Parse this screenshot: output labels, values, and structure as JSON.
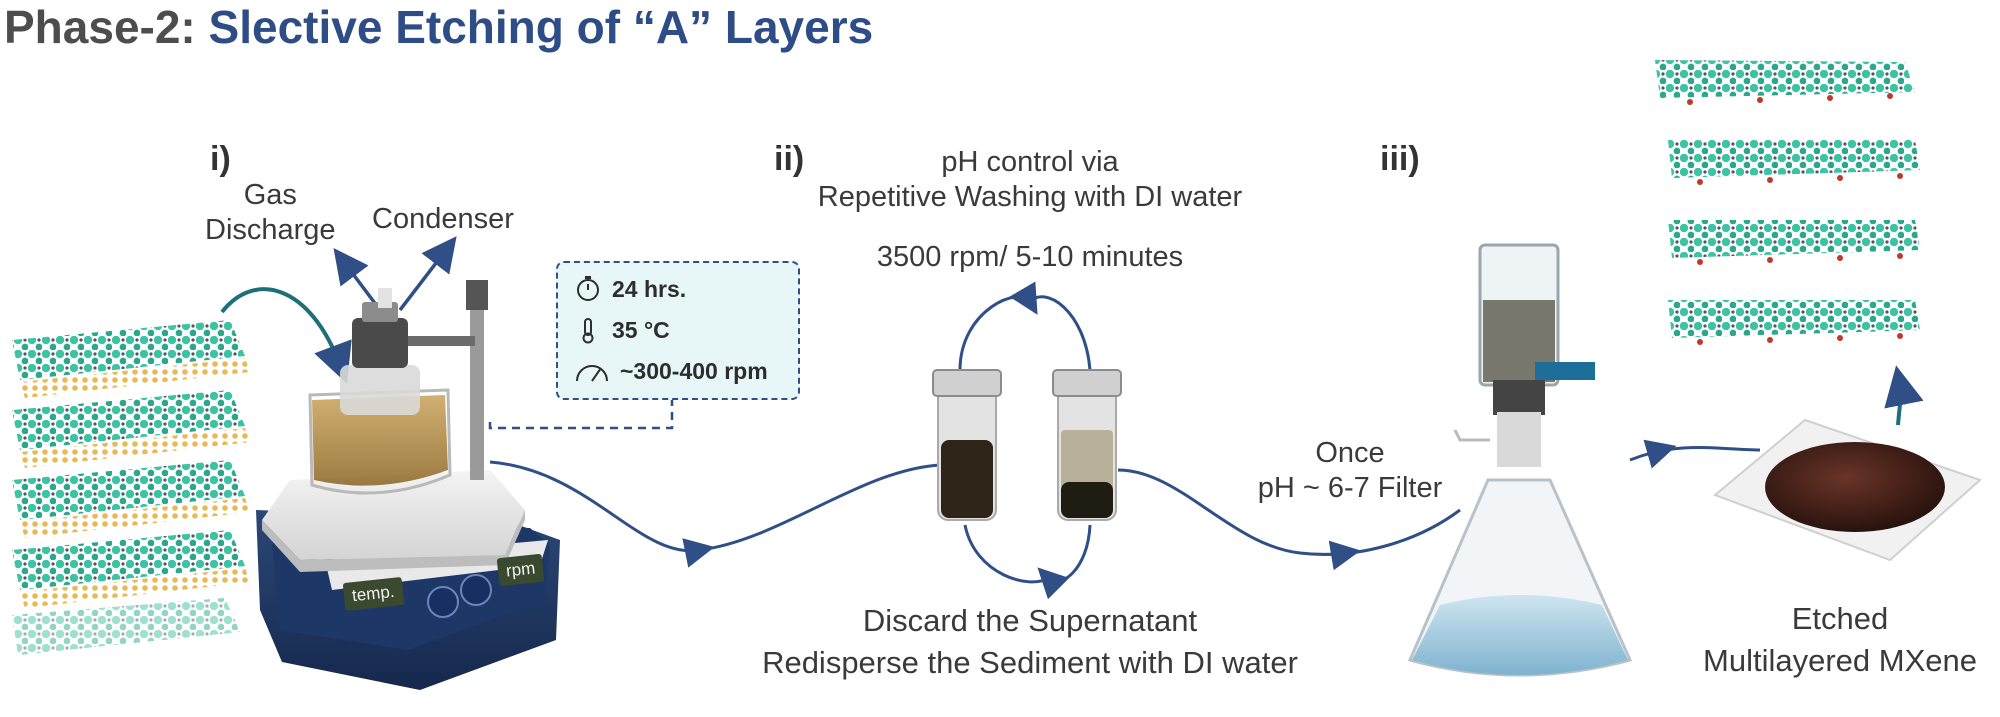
{
  "title": {
    "phase": "Phase-2:",
    "subtitle": "Slective Etching of  “A” Layers"
  },
  "steps": {
    "i": {
      "label": "i)",
      "gas": "Gas\nDischarge",
      "condenser": "Condenser"
    },
    "ii": {
      "label": "ii)",
      "top_line1": "pH control via",
      "top_line2": "Repetitive Washing with DI water",
      "speed": "3500 rpm/ 5-10 minutes",
      "bottom_line1": "Discard the Supernatant",
      "bottom_line2": "Redisperse the Sediment with DI water"
    },
    "iii": {
      "label": "iii)",
      "once": "Once",
      "filter": "pH ~ 6-7 Filter"
    }
  },
  "conditions": {
    "time": "24 hrs.",
    "temperature": "35 °C",
    "stirring": "~300-400 rpm"
  },
  "stirrer": {
    "temp_button": "temp.",
    "rpm_button": "rpm"
  },
  "product": {
    "line1": "Etched",
    "line2": "Multilayered MXene"
  },
  "colors": {
    "accent": "#2e4d86",
    "arrow": "#2f4f86",
    "atom_teal": "#3cc3a6",
    "atom_gold": "#e8b957",
    "atom_red": "#c0392b",
    "box_fill": "#e7f7f8"
  },
  "icons": [
    "timer-icon",
    "thermometer-icon",
    "speedometer-icon"
  ]
}
